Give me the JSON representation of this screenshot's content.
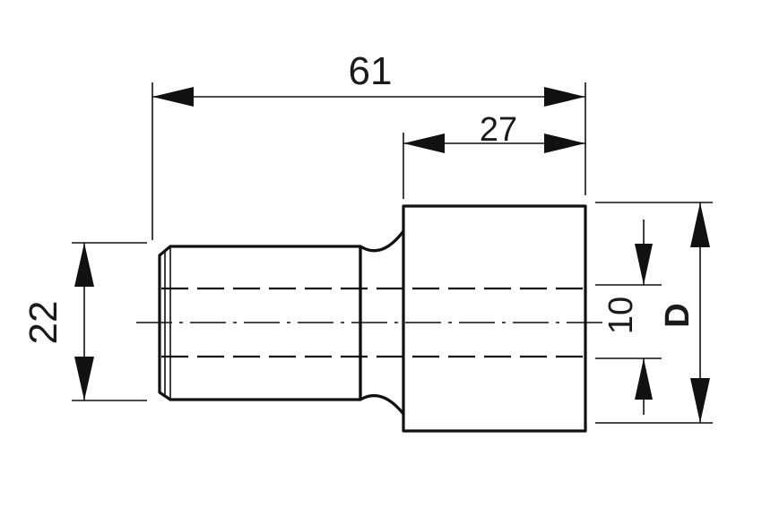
{
  "dimensions": {
    "overall_length": "61",
    "head_length": "27",
    "shank_diameter": "22",
    "bore_diameter": "10",
    "head_diameter": "D"
  }
}
